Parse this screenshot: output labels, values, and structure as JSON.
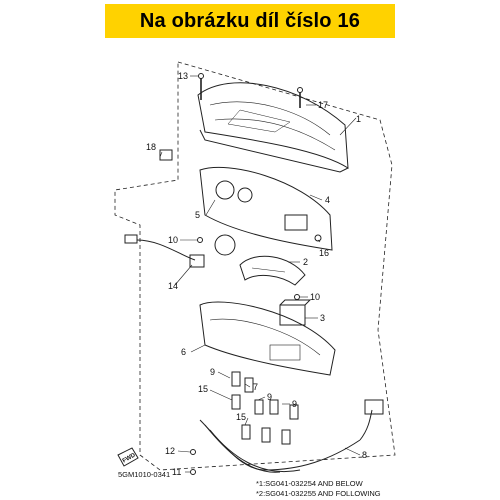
{
  "banner": {
    "text": "Na obrázku díl číslo 16",
    "color": "#ffd200"
  },
  "callouts": {
    "c1": "1",
    "c2": "2",
    "c3": "3",
    "c4": "4",
    "c5": "5",
    "c6": "6",
    "c7": "7",
    "c8": "8",
    "c9a": "9",
    "c9b": "9",
    "c9c": "9",
    "c10a": "10",
    "c10b": "10",
    "c11": "11",
    "c12": "12",
    "c13": "13",
    "c14": "14",
    "c15a": "15",
    "c15b": "15",
    "c16": "16",
    "c17": "17",
    "c18": "18"
  },
  "notes": {
    "note1": "*1:SG041-032254 AND BELOW",
    "note2": "*2:SG041-032255 AND FOLLOWING"
  },
  "fwd_label": "FWD",
  "diagram_code": "5GM1010-0341"
}
